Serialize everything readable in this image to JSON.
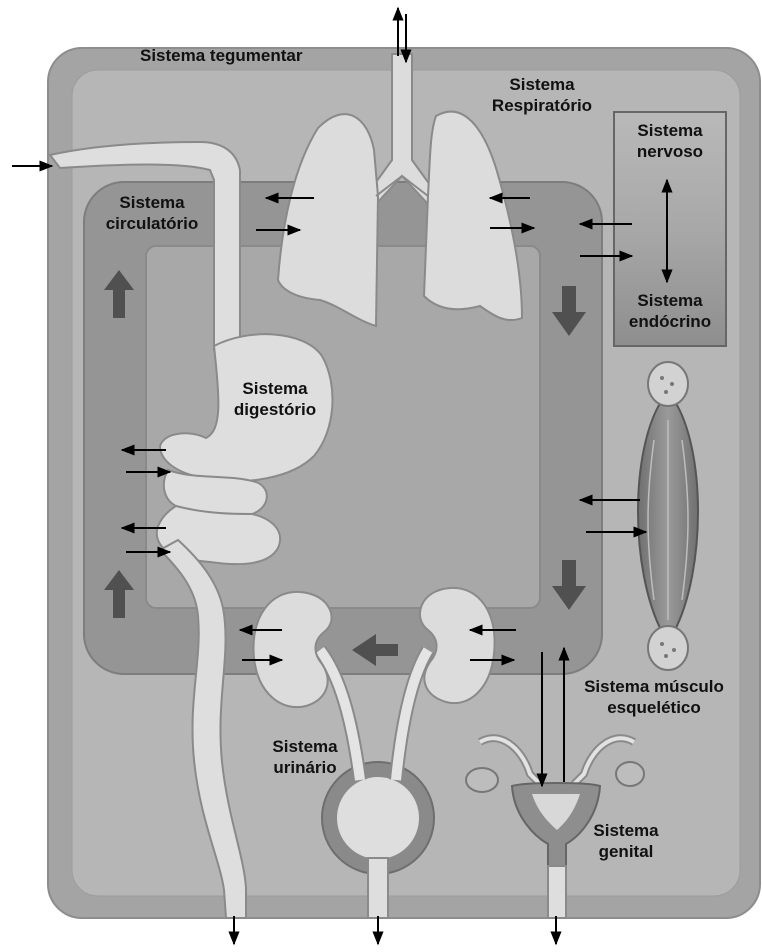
{
  "labels": {
    "integumentary": "Sistema tegumentar",
    "respiratory": [
      "Sistema",
      "Respiratório"
    ],
    "nervous": [
      "Sistema",
      "nervoso"
    ],
    "endocrine": [
      "Sistema",
      "endócrino"
    ],
    "circulatory": [
      "Sistema",
      "circulatório"
    ],
    "digestive": [
      "Sistema",
      "digestório"
    ],
    "musculoskeletal": [
      "Sistema músculo",
      "esquelético"
    ],
    "urinary": [
      "Sistema",
      "urinário"
    ],
    "genital": [
      "Sistema",
      "genital"
    ]
  },
  "colors": {
    "outer_body": "#a4a4a4",
    "outer_inner": "#b5b5b5",
    "circulation_ring": "#959595",
    "interstitial": "#a8a8a8",
    "organ_fill": "#dcdcdc",
    "organ_stroke": "#8a8a8a",
    "arrow": "#000000",
    "flow_arrow": "#505050"
  }
}
